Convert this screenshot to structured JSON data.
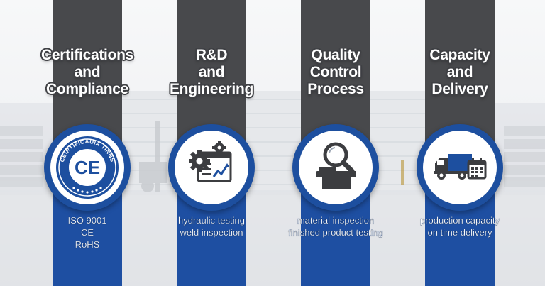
{
  "colors": {
    "dark_band": "#48494c",
    "blue_band": "#1e4fa2",
    "badge_ring": "#1d4f9f",
    "icon_dark": "#3c3d40"
  },
  "panels": [
    {
      "icon": "ce-certification-seal-icon",
      "title": [
        "Certifications",
        "and",
        "Compliance"
      ],
      "seal_text": "CEIRTIFICAUIA TINNS",
      "seal_mark": "CE",
      "items": [
        "ISO 9001",
        "CE",
        "RoHS"
      ]
    },
    {
      "icon": "gears-dashboard-icon",
      "title": [
        "R&D",
        "and",
        "Engineering"
      ],
      "items": [
        "hydraulic testing",
        "weld inspection"
      ]
    },
    {
      "icon": "magnifier-inspection-icon",
      "title": [
        "Quality",
        "Control",
        "Process"
      ],
      "items": [
        "material inspection",
        "finished product testing"
      ]
    },
    {
      "icon": "delivery-truck-calendar-icon",
      "title": [
        "Capacity",
        "and",
        "Delivery"
      ],
      "items": [
        "production capacity",
        "on time delivery"
      ]
    }
  ]
}
